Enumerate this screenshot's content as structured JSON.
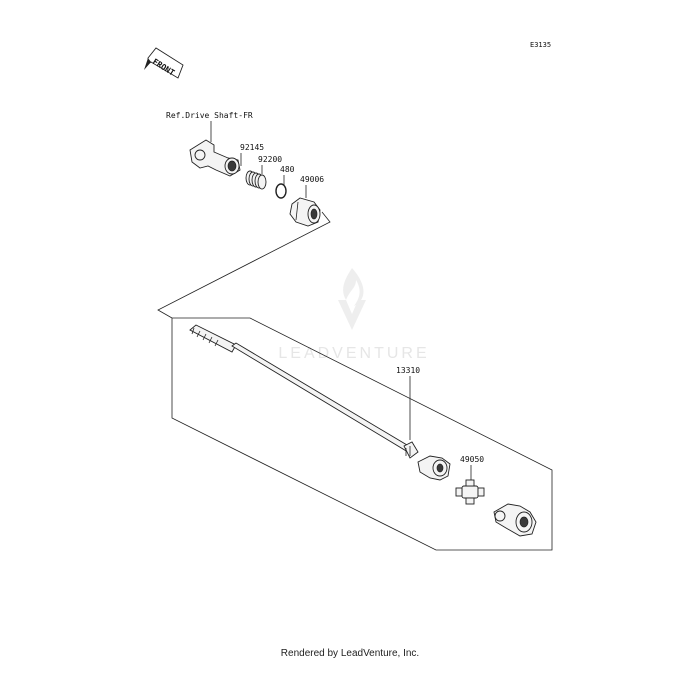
{
  "diagram": {
    "code": "E3135",
    "front_label": "FRONT",
    "ref_label": "Ref.Drive Shaft-FR",
    "parts": {
      "p92145": "92145",
      "p92200": "92200",
      "p480": "480",
      "p49006": "49006",
      "p13310": "13310",
      "p49050": "49050"
    },
    "watermark": "LEADVENTURE"
  },
  "footer": {
    "text": "Rendered by LeadVenture, Inc."
  }
}
